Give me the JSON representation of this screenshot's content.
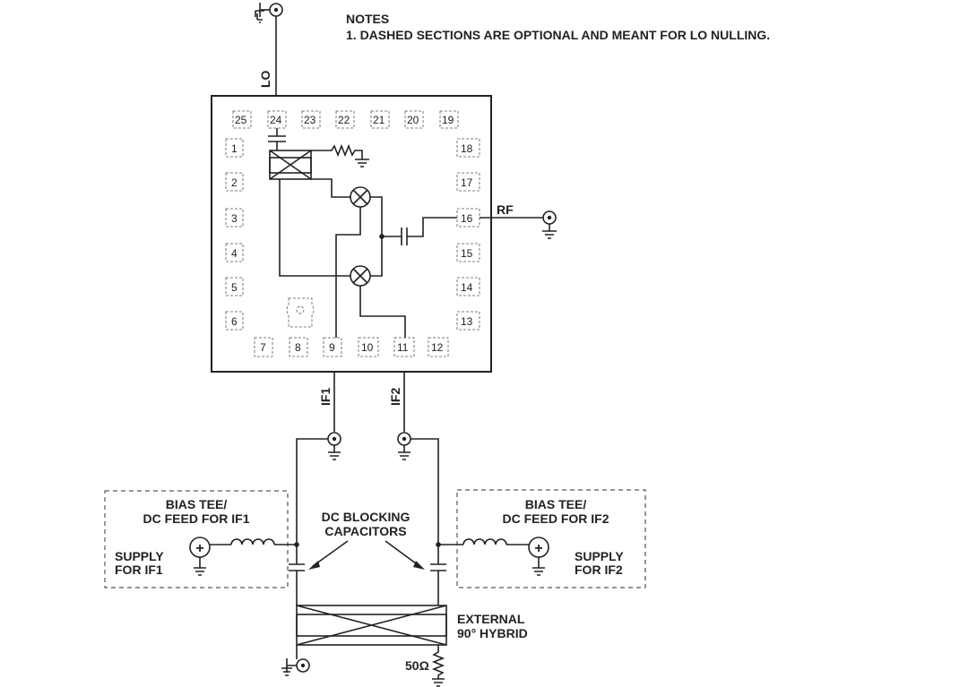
{
  "notes": {
    "title": "NOTES",
    "line1": "1. DASHED SECTIONS ARE OPTIONAL AND MEANT FOR LO NULLING."
  },
  "ports": {
    "lo": "LO",
    "rf": "RF",
    "if1": "IF1",
    "if2": "IF2"
  },
  "pins": {
    "top": [
      "25",
      "24",
      "23",
      "22",
      "21",
      "20",
      "19"
    ],
    "left": [
      "1",
      "2",
      "3",
      "4",
      "5",
      "6"
    ],
    "right": [
      "18",
      "17",
      "16",
      "15",
      "14",
      "13"
    ],
    "bottom": [
      "7",
      "8",
      "9",
      "10",
      "11",
      "12"
    ]
  },
  "bias_tee_if1": {
    "title_line1": "BIAS TEE/",
    "title_line2": "DC FEED FOR IF1",
    "supply_line1": "SUPPLY",
    "supply_line2": "FOR IF1"
  },
  "bias_tee_if2": {
    "title_line1": "BIAS TEE/",
    "title_line2": "DC FEED FOR IF2",
    "supply_line1": "SUPPLY",
    "supply_line2": "FOR IF2"
  },
  "dc_blocking": {
    "line1": "DC BLOCKING",
    "line2": "CAPACITORS"
  },
  "hybrid": {
    "line1": "EXTERNAL",
    "line2": "90° HYBRID"
  },
  "termination": "50Ω",
  "supply_symbol": "+"
}
